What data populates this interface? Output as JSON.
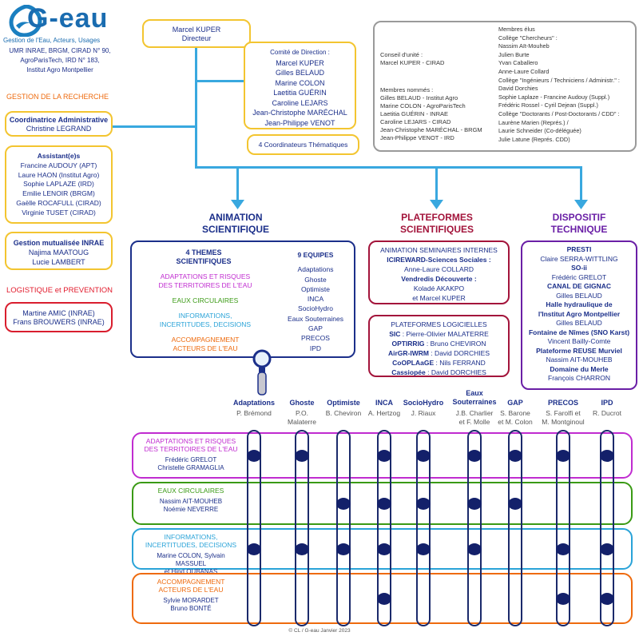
{
  "logo": {
    "name": "G-eau",
    "subtitle": "Gestion de l'Eau, Acteurs, Usages",
    "affil": [
      "UMR INRAE, BRGM, CIRAD N° 90,",
      "AgroParisTech, IRD N° 183,",
      "Institut Agro Montpellier"
    ]
  },
  "director": {
    "name": "Marcel KUPER",
    "role": "Directeur"
  },
  "comite": {
    "title": "Comité de Direction :",
    "members": [
      "Marcel KUPER",
      "Gilles BELAUD",
      "Marine COLON",
      "Laetitia GUÉRIN",
      "Caroline LEJARS",
      "Jean-Christophe MARÉCHAL",
      "Jean-Philippe VENOT"
    ]
  },
  "coord_them": "4 Coordinateurs Thématiques",
  "conseil": {
    "title": "Conseil d'unité :",
    "president": "Marcel KUPER - CIRAD",
    "nommes_title": "Membres nommés :",
    "nommes": [
      "Gilles BELAUD - Institut Agro",
      "Marine COLON - AgroParisTech",
      "Laetitia GUÉRIN - INRAE",
      "Caroline LEJARS - CIRAD",
      "Jean-Christophe MARÉCHAL - BRGM",
      "Jean-Philippe VENOT - IRD"
    ],
    "elus": [
      "Membres élus",
      "Collège \"Chercheurs\" :",
      "Nassim Aït-Mouheb",
      "Julien Burte",
      "Yvan Caballero",
      "Anne-Laure Collard",
      "Collège \"Ingénieurs / Techniciens / Administr.\" :",
      "David Dorchies",
      "Sophie Laplaze - Francine Audouy (Suppl.)",
      "Frédéric Rossel - Cyril Dejean (Suppl.)",
      "Collège \"Doctorants / Post-Doctorants / CDD\" :",
      "Laurène Marien (Représ.) /",
      "Laurie Schneider (Co-déléguée)",
      "Julie Latune (Représ. CDD)"
    ]
  },
  "gestion": {
    "heading": "GESTION DE LA RECHERCHE",
    "coord_title": "Coordinatrice Administrative",
    "coord_name": "Christine LEGRAND",
    "assist_title": "Assistant(e)s",
    "assistants": [
      "Francine AUDOUY  (APT)",
      "Laure HAON  (Institut Agro)",
      "Sophie LAPLAZE  (IRD)",
      "Emilie LENOIR  (BRGM)",
      "Gaëlle ROCAFULL  (CIRAD)",
      "Virginie TUSET (CIRAD)"
    ],
    "mut_title": "Gestion mutualisée INRAE",
    "mut": [
      "Najima MAATOUG",
      "Lucie LAMBERT"
    ]
  },
  "logistique": {
    "heading": "LOGISTIQUE et PREVENTION",
    "names": [
      "Martine AMIC (INRAE)",
      "Frans BROUWERS (INRAE)"
    ]
  },
  "animation": {
    "heading": [
      "ANIMATION",
      "SCIENTIFIQUE"
    ],
    "themes_title": [
      "4 THEMES",
      "SCIENTIFIQUES"
    ],
    "themes": [
      {
        "l1": "ADAPTATIONS ET RISQUES",
        "l2": "DES TERRITOIRES DE L'EAU",
        "color": "#c02cd0"
      },
      {
        "l1": "EAUX CIRCULAIRES",
        "l2": "",
        "color": "#3a9a14"
      },
      {
        "l1": "INFORMATIONS,",
        "l2": "INCERTITUDES, DECISIONS",
        "color": "#2aa3d8"
      },
      {
        "l1": "ACCOMPAGNEMENT",
        "l2": "ACTEURS DE L'EAU",
        "color": "#ee6a0d"
      }
    ],
    "equipes_title": "9 EQUIPES",
    "equipes": [
      "Adaptations",
      "Ghoste",
      "Optimiste",
      "INCA",
      "SocioHydro",
      "Eaux Souterraines",
      "GAP",
      "PRECOS",
      "IPD"
    ]
  },
  "plateformes": {
    "heading": [
      "PLATEFORMES",
      "SCIENTIFIQUES"
    ],
    "sem_title": "ANIMATION SEMINAIRES INTERNES",
    "sem": [
      {
        "t": "ICIREWARD-Sciences Sociales :",
        "b": true
      },
      {
        "t": "Anne-Laure COLLARD",
        "b": false
      },
      {
        "t": "Vendredis Découverte :",
        "b": true
      },
      {
        "t": "Koladé AKAKPO",
        "b": false
      },
      {
        "t": "et Marcel KUPER",
        "b": false
      }
    ],
    "log_title": "PLATEFORMES LOGICIELLES",
    "log": [
      {
        "k": "SIC",
        "v": " : Pierre-Olivier MALATERRE"
      },
      {
        "k": "OPTIRRIG",
        "v": " : Bruno CHEVIRON"
      },
      {
        "k": "AirGR-IWRM",
        "v": " : David DORCHIES"
      },
      {
        "k": "CoOPLAaGE",
        "v": " : Nils FERRAND"
      },
      {
        "k": "Cassiopée",
        "v": " : David DORCHIES"
      }
    ]
  },
  "dispositif": {
    "heading": [
      "DISPOSITIF",
      "TECHNIQUE"
    ],
    "items": [
      {
        "t": "PRESTI",
        "b": true
      },
      {
        "t": "Claire SERRA-WITTLING",
        "b": false
      },
      {
        "t": "SO-ii",
        "b": true
      },
      {
        "t": "Frédéric GRELOT",
        "b": false
      },
      {
        "t": "CANAL DE GIGNAC",
        "b": true
      },
      {
        "t": "Gilles BELAUD",
        "b": false
      },
      {
        "t": "Halle hydraulique de",
        "b": true
      },
      {
        "t": "l'Institut Agro Montpellier",
        "b": true
      },
      {
        "t": "Gilles BELAUD",
        "b": false
      },
      {
        "t": "Fontaine de Nîmes (SNO Karst)",
        "b": true
      },
      {
        "t": "Vincent Bailly-Comte",
        "b": false
      },
      {
        "t": "Plateforme REUSE Murviel",
        "b": true
      },
      {
        "t": "Nassim AIT-MOUHEB",
        "b": false
      },
      {
        "t": "Domaine du Merle",
        "b": true
      },
      {
        "t": "François CHARRON",
        "b": false
      }
    ]
  },
  "teams": [
    {
      "name": "Adaptations",
      "people": [
        "P. Brémond"
      ]
    },
    {
      "name": "Ghoste",
      "people": [
        "P.O.",
        "Malaterre"
      ]
    },
    {
      "name": "Optimiste",
      "people": [
        "B. Cheviron"
      ]
    },
    {
      "name": "INCA",
      "people": [
        "A. Hertzog"
      ]
    },
    {
      "name": "SocioHydro",
      "people": [
        "J. Riaux"
      ]
    },
    {
      "name": "Eaux\nSouterraines",
      "people": [
        "J.B. Charlier",
        "et  F. Molle"
      ]
    },
    {
      "name": "GAP",
      "people": [
        "S. Barone",
        "et M. Colon"
      ]
    },
    {
      "name": "PRECOS",
      "people": [
        "S. Farolfi et",
        "M. Montginoul"
      ]
    },
    {
      "name": "IPD",
      "people": [
        "R. Ducrot"
      ]
    }
  ],
  "bands": [
    {
      "title": [
        "ADAPTATIONS ET RISQUES",
        "DES TERRITOIRES DE L'EAU"
      ],
      "people": [
        "Frédéric GRELOT",
        "Christelle GRAMAGLIA"
      ],
      "color": "#c02cd0",
      "dots": [
        0,
        1,
        3,
        4,
        5,
        6,
        7,
        8
      ]
    },
    {
      "title": [
        "EAUX CIRCULAIRES"
      ],
      "people": [
        "Nassim AIT-MOUHEB",
        "Noémie NEVERRE"
      ],
      "color": "#3a9a14",
      "dots": [
        2,
        3,
        4,
        5,
        6
      ]
    },
    {
      "title": [
        "INFORMATIONS,",
        "INCERTITUDES, DECISIONS"
      ],
      "people": [
        "Marine COLON, Sylvain MASSUEL",
        "et Hind OUBANAS"
      ],
      "color": "#2aa3d8",
      "dots": [
        0,
        1,
        2,
        3,
        4,
        5,
        7,
        8
      ]
    },
    {
      "title": [
        "ACCOMPAGNEMENT",
        "ACTEURS DE L'EAU"
      ],
      "people": [
        "Sylvie MORARDET",
        "Bruno BONTÉ"
      ],
      "color": "#ee6a0d",
      "dots": [
        3,
        7,
        8
      ]
    }
  ],
  "credit": "© CL / G-eau Janvier 2023"
}
